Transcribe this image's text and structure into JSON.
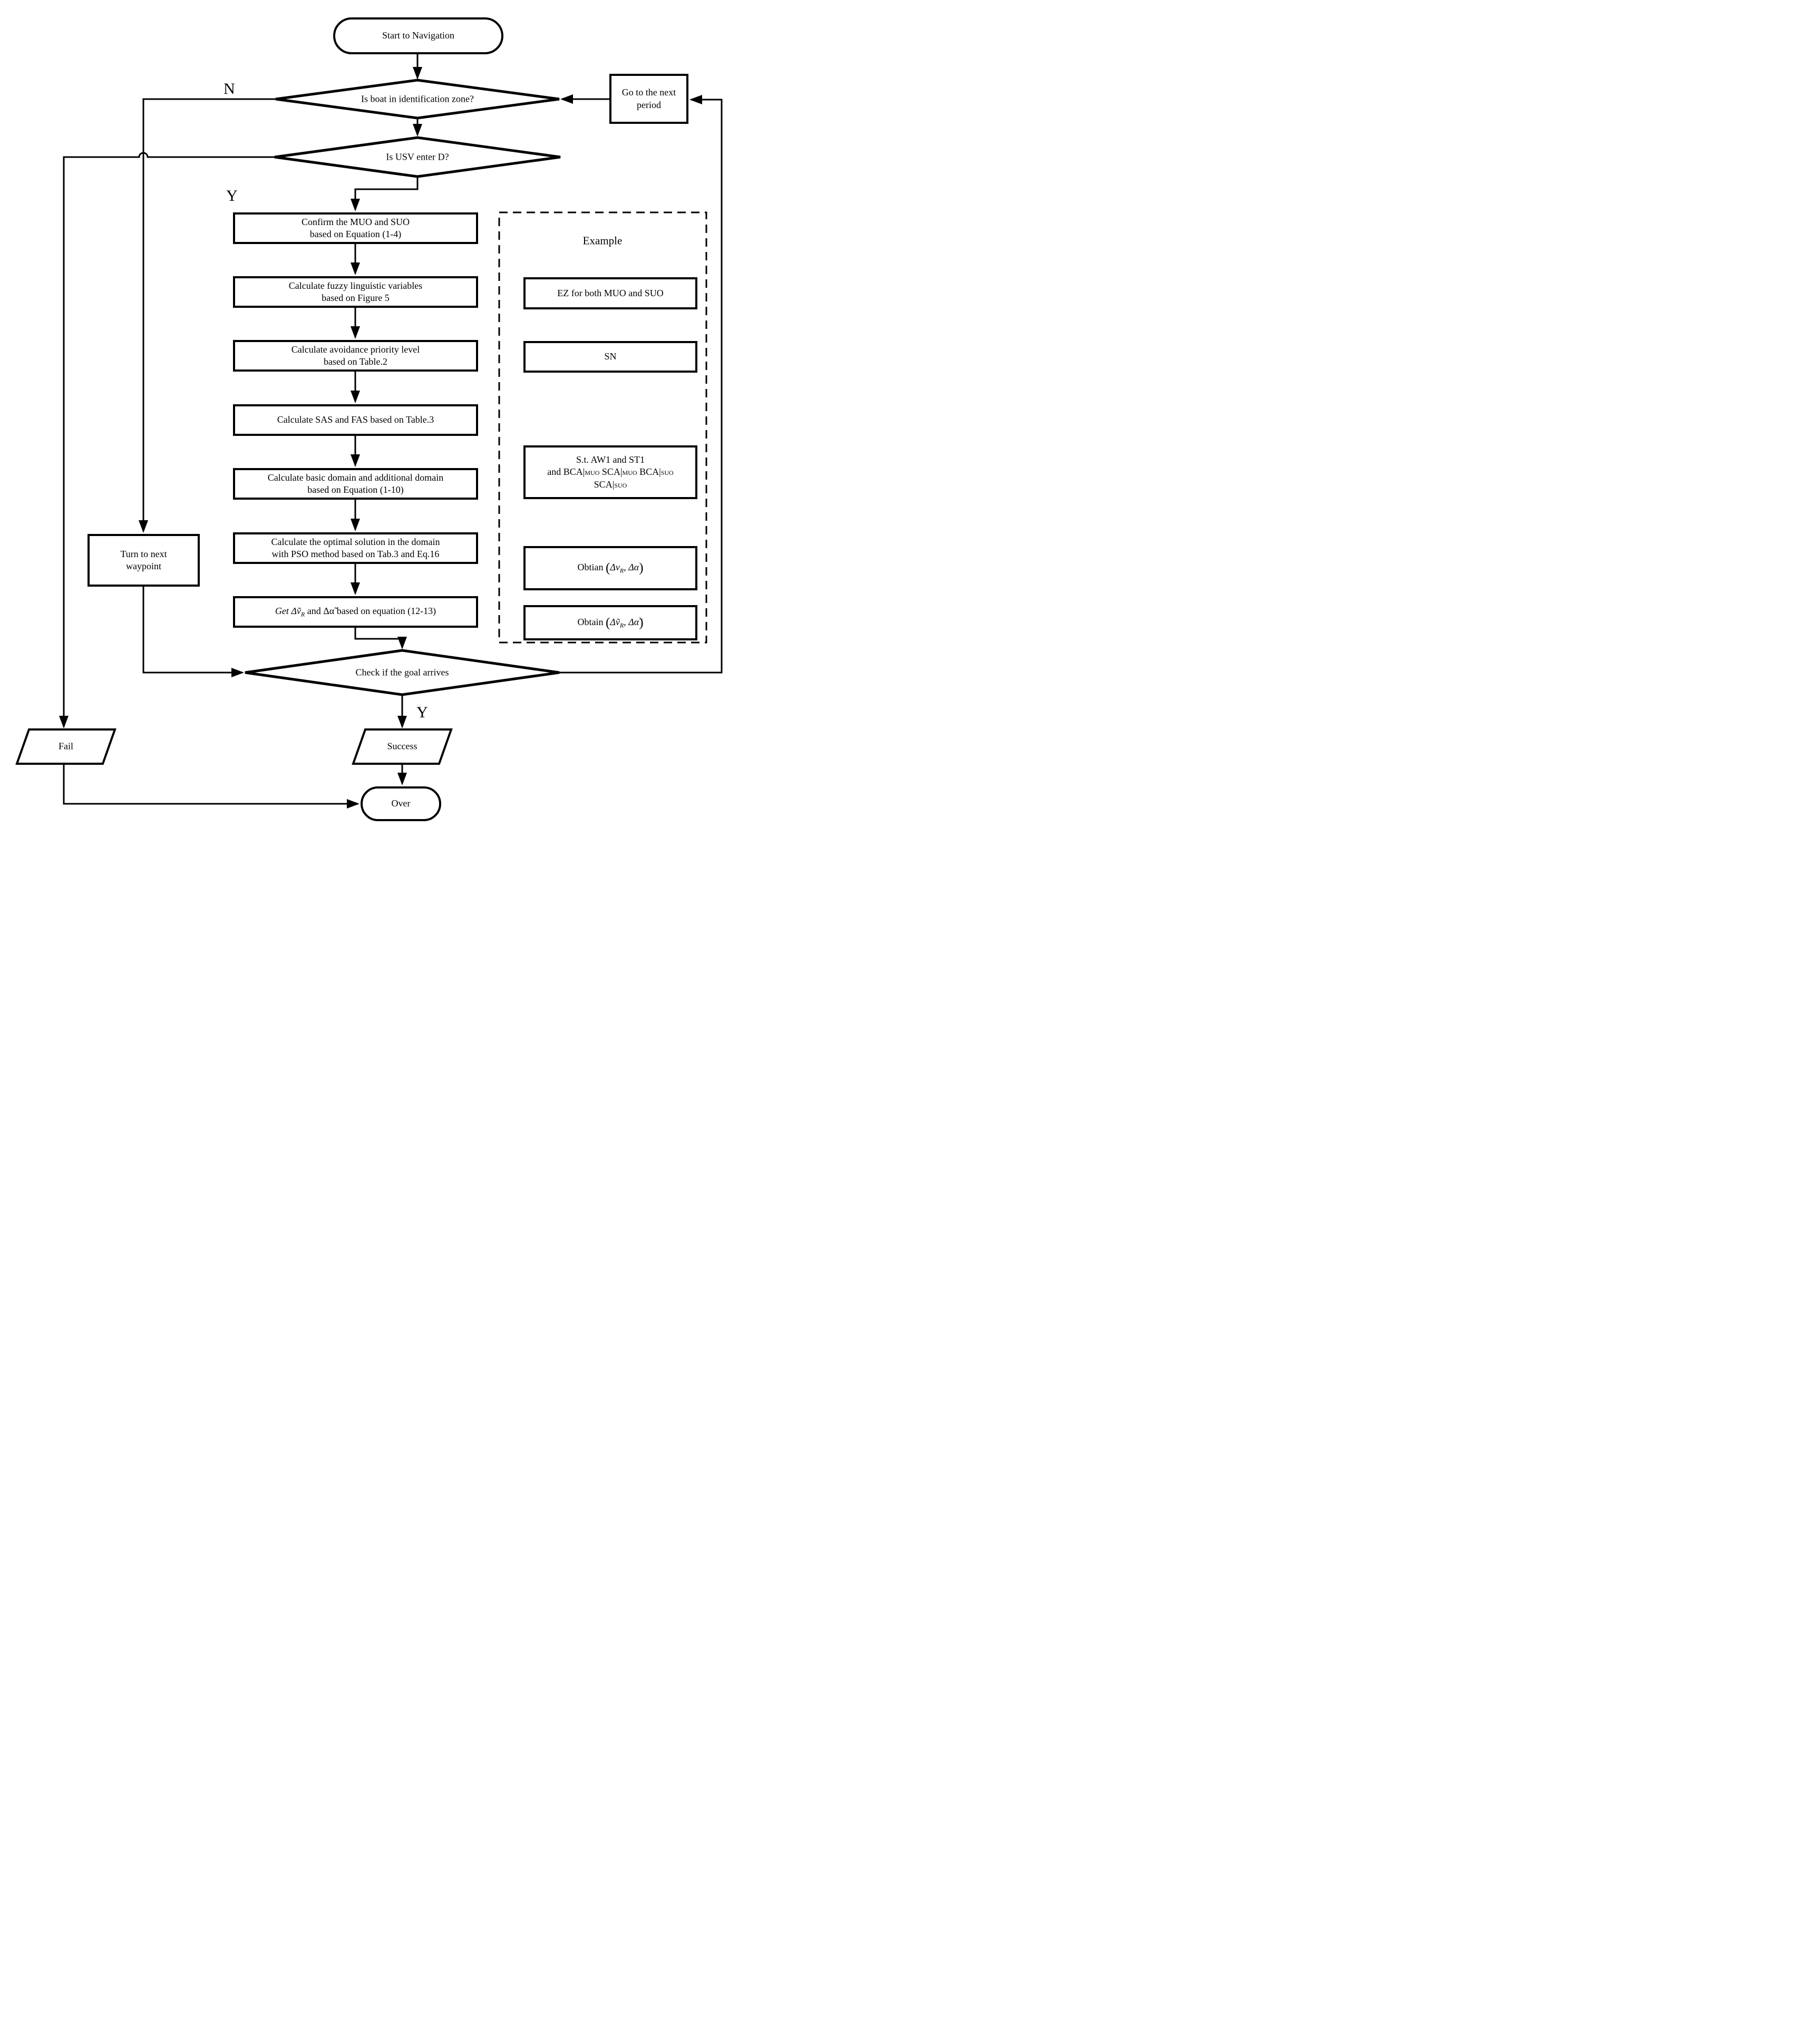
{
  "nodes": {
    "start": "Start to Navigation",
    "d1": "Is boat in identification zone?",
    "period_l1": "Go to the next",
    "period_l2": "period",
    "d2": "Is USV enter D?",
    "b1l1": "Confirm the MUO and SUO",
    "b1l2": "based on Equation (1-4)",
    "b2l1": "Calculate fuzzy linguistic variables",
    "b2l2": "based on Figure 5",
    "b3l1": "Calculate avoidance priority level",
    "b3l2": "based on Table.2",
    "b4l1": "Calculate SAS and FAS  based on Table.3",
    "b5l1": "Calculate basic domain and additional domain",
    "b5l2": "based on Equation (1-10)",
    "b6l1": "Calculate the optimal solution in the domain",
    "b6l2": "with PSO method based on Tab.3 and Eq.16",
    "b7a": "Get Δṽ",
    "b7sub": "R",
    "b7b": " and Δα̃ based on equation (12-13)",
    "turn_l1": "Turn to next",
    "turn_l2": "waypoint",
    "check": "Check if the goal arrives",
    "fail": "Fail",
    "success": "Success",
    "over": "Over"
  },
  "labels": {
    "n": "N",
    "y_enter": "Y",
    "y_goal": "Y"
  },
  "example": {
    "title": "Example",
    "e1": "EZ for both MUO and SUO",
    "e2": "SN",
    "e3l1": "S.t. AW1 and ST1",
    "e3l2a": "and BCA|",
    "e3l2b": "MUO",
    "e3l2c": " SCA|",
    "e3l2d": "MUO",
    "e3l2e": " BCA|",
    "e3l2f": "SUO",
    "e3l3a": "SCA|",
    "e3l3b": "SUO",
    "e4a": "Obtian ",
    "e4b": "(",
    "e4c": "Δv",
    "e4sub": "R",
    "e4d": ", Δα",
    "e4e": ")",
    "e5a": "Obtain ",
    "e5b": "(",
    "e5c": "Δṽ",
    "e5sub": "R",
    "e5d": ", Δα̃",
    "e5e": ")"
  }
}
